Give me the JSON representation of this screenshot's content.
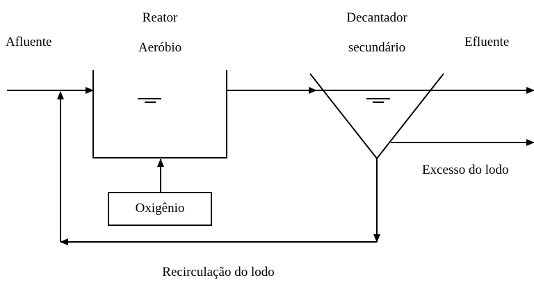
{
  "diagram": {
    "labels": {
      "afluente": "Afluente",
      "reator_line1": "Reator",
      "reator_line2": "Aeróbio",
      "decantador_line1": "Decantador",
      "decantador_line2": "secundário",
      "efluente": "Efluente",
      "excesso": "Excesso do lodo",
      "oxigenio": "Oxigênio",
      "recirculacao": "Recirculação do lodo"
    },
    "stroke_color": "#000000",
    "background": "#ffffff"
  }
}
